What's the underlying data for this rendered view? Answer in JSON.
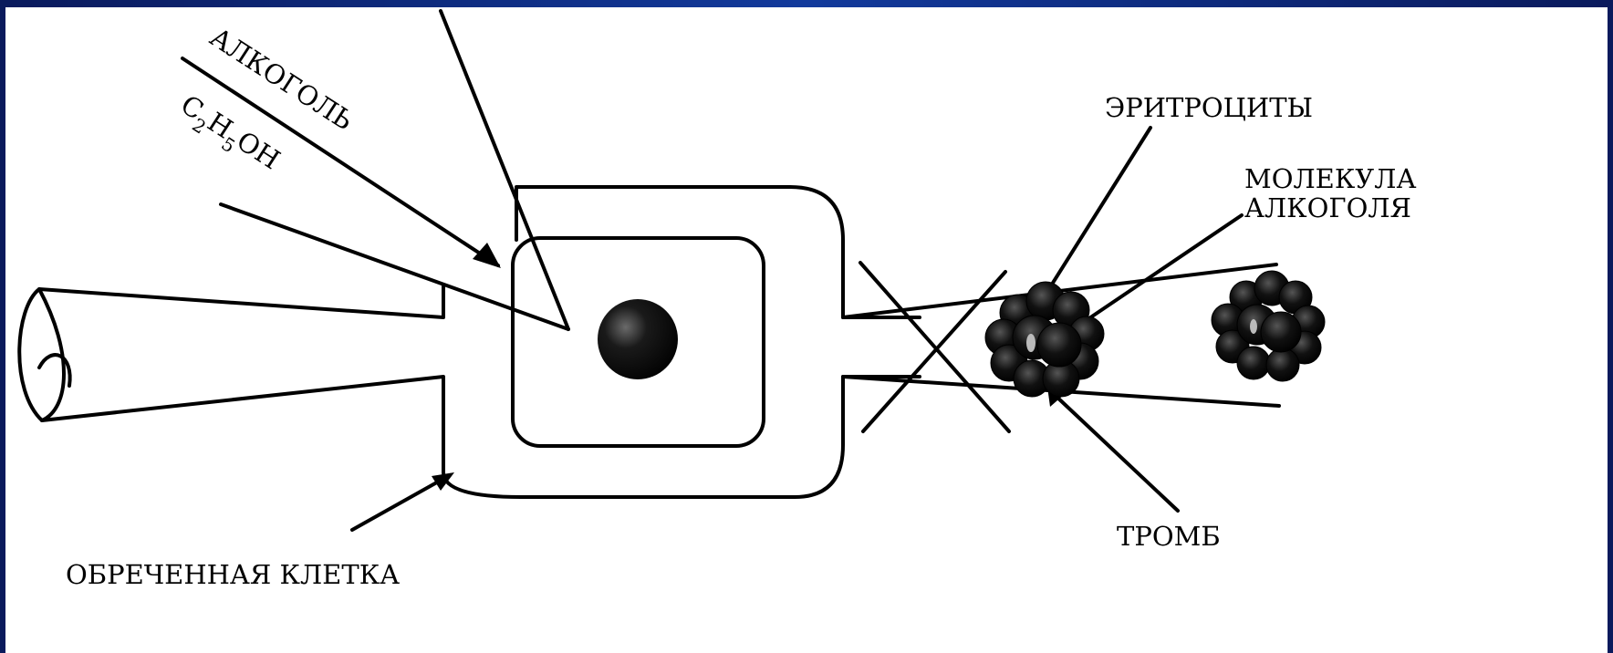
{
  "colors": {
    "background_frame": "#0b1f66",
    "panel": "#ffffff",
    "ink": "#000000"
  },
  "labels": {
    "alcohol": "АЛКОГОЛЬ",
    "formula": {
      "c": "C",
      "c_sub": "2",
      "h": "H",
      "h_sub": "5",
      "oh": "OH"
    },
    "erythrocytes": "ЭРИТРОЦИТЫ",
    "molecule_line1": "МОЛЕКУЛА",
    "molecule_line2": "АЛКОГОЛЯ",
    "thrombus": "ТРОМБ",
    "doomed_cell": "ОБРЕЧЕННАЯ КЛЕТКА"
  }
}
